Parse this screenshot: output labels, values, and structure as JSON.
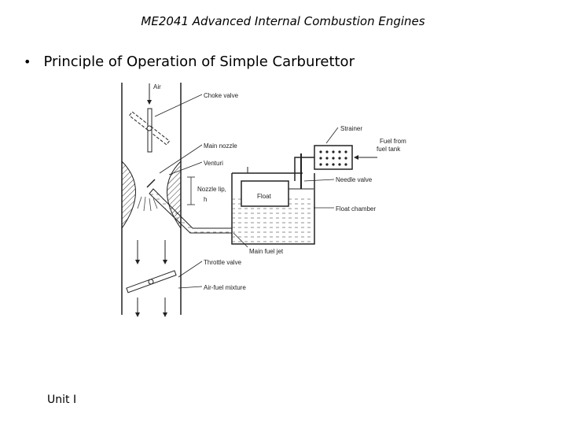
{
  "header": {
    "title": "ME2041 Advanced Internal Combustion Engines"
  },
  "slide": {
    "bullet": "Principle of Operation of Simple Carburettor"
  },
  "figure": {
    "labels": {
      "air": "Air",
      "choke_valve": "Choke valve",
      "main_nozzle": "Main nozzle",
      "venturi": "Venturi",
      "nozzle_lip_1": "Nozzle lip,",
      "nozzle_lip_2": "h",
      "strainer": "Strainer",
      "fuel_from_1": "Fuel from",
      "fuel_from_2": "fuel tank",
      "float": "Float",
      "needle_valve": "Needle valve",
      "float_chamber": "Float chamber",
      "main_fuel_jet": "Main fuel jet",
      "throttle_valve": "Throttle valve",
      "air_fuel_mixture": "Air-fuel mixture"
    }
  },
  "footer": {
    "unit": "Unit I"
  }
}
